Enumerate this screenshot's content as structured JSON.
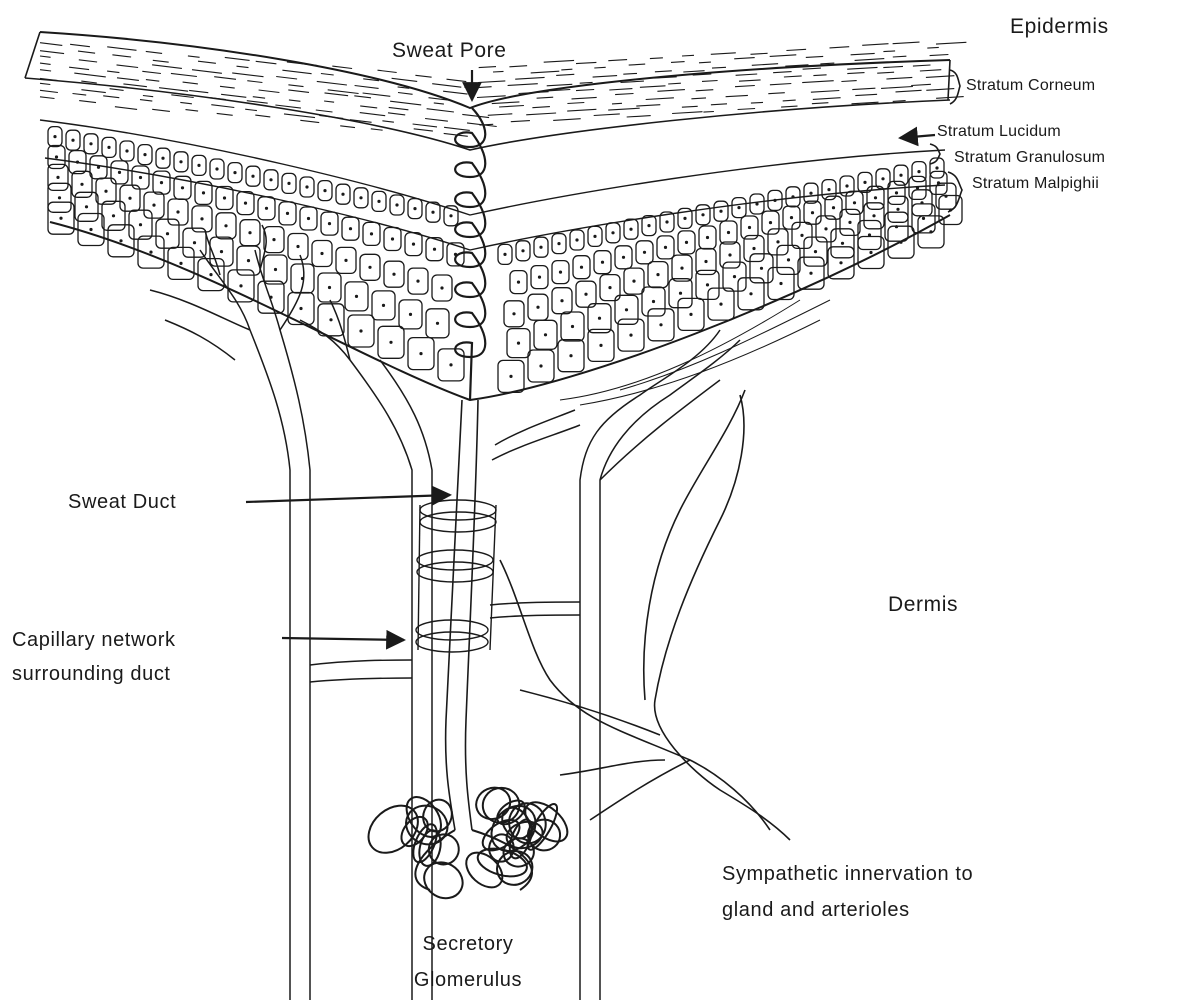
{
  "labels": {
    "epidermis": "Epidermis",
    "stratum_corneum": "Stratum Corneum",
    "stratum_lucidum": "Stratum Lucidum",
    "stratum_granulosum": "Stratum Granulosum",
    "stratum_malpighii": "Stratum Malpighii",
    "sweat_pore": "Sweat Pore",
    "sweat_duct": "Sweat Duct",
    "capillary_line1": "Capillary network",
    "capillary_line2": "surrounding duct",
    "dermis": "Dermis",
    "sympathetic_line1": "Sympathetic innervation to",
    "sympathetic_line2": "gland and arterioles",
    "secretory_line1": "Secretory",
    "secretory_line2": "Glomerulus"
  },
  "colors": {
    "ink": "#1a1a1a",
    "background": "#ffffff"
  }
}
